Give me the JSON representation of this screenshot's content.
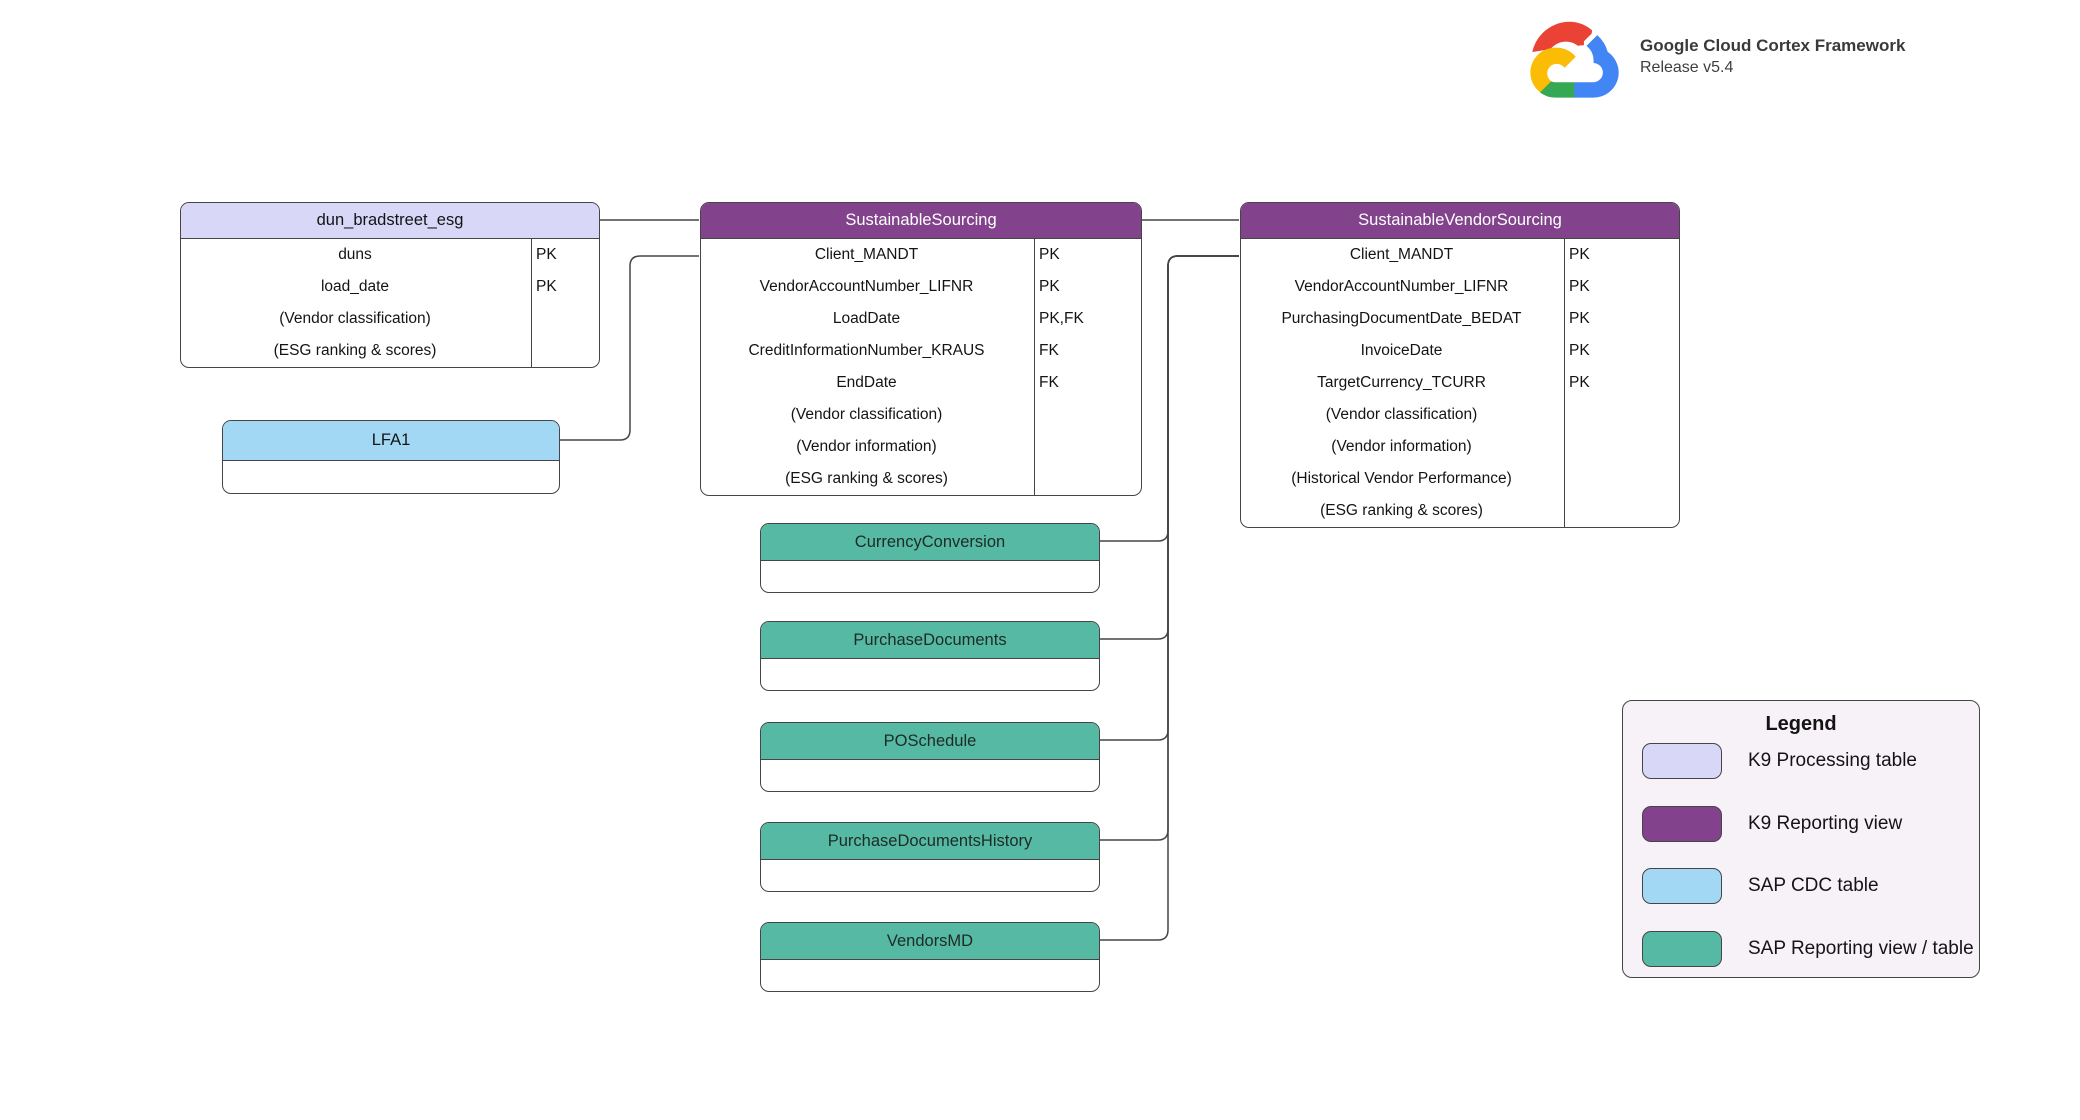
{
  "branding": {
    "logo": "google-cloud-logo",
    "title": "Google Cloud Cortex Framework",
    "release": "Release v5.4"
  },
  "colors": {
    "k9_processing": "#d9d7f8",
    "k9_reporting": "#82428c",
    "sap_cdc": "#a3d8f5",
    "sap_reporting": "#56b9a3",
    "line": "#454545",
    "legend_bg": "#f7f2f7",
    "logo_red": "#EA4335",
    "logo_blue": "#4285F4",
    "logo_green": "#34A853",
    "logo_yellow": "#FBBC05"
  },
  "tables": [
    {
      "name": "dun_bradstreet_esg",
      "type": "K9 Processing table",
      "rows": [
        {
          "name": "duns",
          "key": "PK"
        },
        {
          "name": "load_date",
          "key": "PK"
        },
        {
          "name": "(Vendor classification)",
          "key": ""
        },
        {
          "name": "(ESG ranking & scores)",
          "key": ""
        }
      ]
    },
    {
      "name": "SustainableSourcing",
      "type": "K9 Reporting view",
      "rows": [
        {
          "name": "Client_MANDT",
          "key": "PK"
        },
        {
          "name": "VendorAccountNumber_LIFNR",
          "key": "PK"
        },
        {
          "name": "LoadDate",
          "key": "PK,FK"
        },
        {
          "name": "CreditInformationNumber_KRAUS",
          "key": "FK"
        },
        {
          "name": "EndDate",
          "key": "FK"
        },
        {
          "name": "(Vendor classification)",
          "key": ""
        },
        {
          "name": "(Vendor information)",
          "key": ""
        },
        {
          "name": "(ESG ranking & scores)",
          "key": ""
        }
      ]
    },
    {
      "name": "SustainableVendorSourcing",
      "type": "K9 Reporting view",
      "rows": [
        {
          "name": "Client_MANDT",
          "key": "PK"
        },
        {
          "name": "VendorAccountNumber_LIFNR",
          "key": "PK"
        },
        {
          "name": "PurchasingDocumentDate_BEDAT",
          "key": "PK"
        },
        {
          "name": "InvoiceDate",
          "key": "PK"
        },
        {
          "name": "TargetCurrency_TCURR",
          "key": "PK"
        },
        {
          "name": "(Vendor classification)",
          "key": ""
        },
        {
          "name": "(Vendor information)",
          "key": ""
        },
        {
          "name": "(Historical Vendor Performance)",
          "key": ""
        },
        {
          "name": "(ESG ranking & scores)",
          "key": ""
        }
      ]
    },
    {
      "name": "LFA1",
      "type": "SAP CDC table",
      "rows": []
    },
    {
      "name": "CurrencyConversion",
      "type": "SAP Reporting view / table",
      "rows": []
    },
    {
      "name": "PurchaseDocuments",
      "type": "SAP Reporting view / table",
      "rows": []
    },
    {
      "name": "POSchedule",
      "type": "SAP Reporting view / table",
      "rows": []
    },
    {
      "name": "PurchaseDocumentsHistory",
      "type": "SAP Reporting view / table",
      "rows": []
    },
    {
      "name": "VendorsMD",
      "type": "SAP Reporting view / table",
      "rows": []
    }
  ],
  "connections": [
    {
      "from": "dun_bradstreet_esg",
      "to": "SustainableSourcing"
    },
    {
      "from": "LFA1",
      "to": "SustainableSourcing"
    },
    {
      "from": "SustainableSourcing",
      "to": "SustainableVendorSourcing"
    },
    {
      "from": "CurrencyConversion",
      "to": "SustainableVendorSourcing"
    },
    {
      "from": "PurchaseDocuments",
      "to": "SustainableVendorSourcing"
    },
    {
      "from": "POSchedule",
      "to": "SustainableVendorSourcing"
    },
    {
      "from": "PurchaseDocumentsHistory",
      "to": "SustainableVendorSourcing"
    },
    {
      "from": "VendorsMD",
      "to": "SustainableVendorSourcing"
    }
  ],
  "legend": {
    "title": "Legend",
    "items": [
      {
        "label": "K9 Processing table"
      },
      {
        "label": "K9 Reporting view"
      },
      {
        "label": "SAP CDC table"
      },
      {
        "label": "SAP Reporting view / table"
      }
    ]
  }
}
